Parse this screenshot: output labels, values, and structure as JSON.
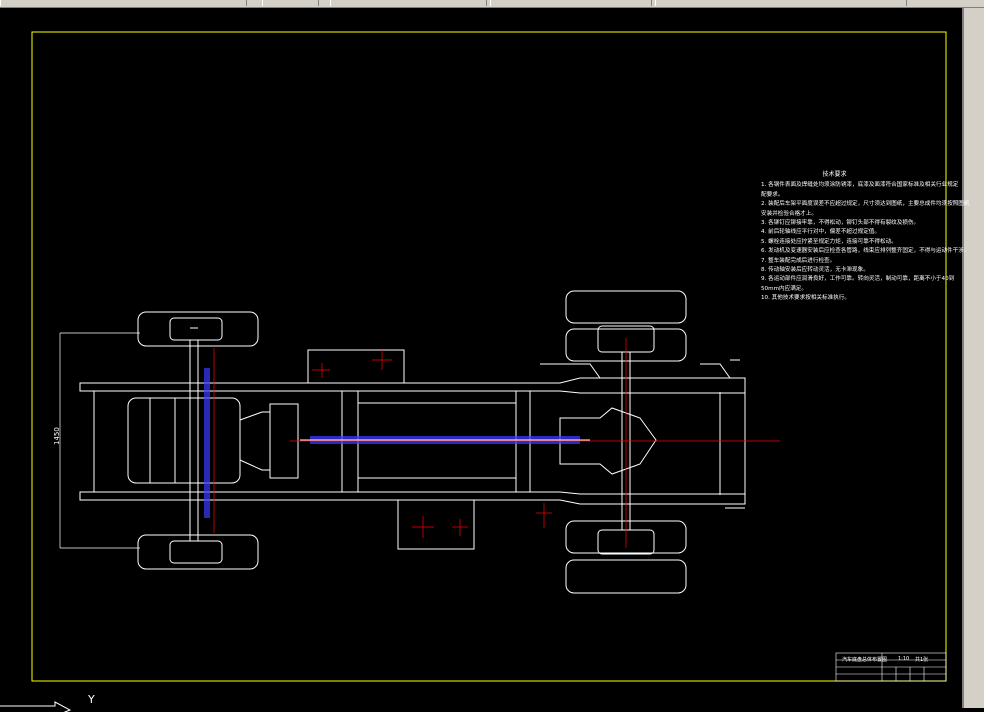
{
  "drawing": {
    "notes_title": "技术要求",
    "notes": [
      "1. 各钢件表面及焊缝处均须涂防锈漆，底漆及面漆符合国家标准及相关行业规定",
      "   配要求。",
      "2. 装配后车架平面度误差不应超过规定，尺寸须达到图纸，主要总成件均须按照图纸",
      "   安装并检验合格才上。",
      "3. 各铆钉应铆接牢靠，不得松动，铆钉头部不得有裂纹及损伤。",
      "4. 前后轮轴线应平行对中，偏差不超过规定值。",
      "5. 螺栓连接处应拧紧至规定力矩，连接可靠不得松动。",
      "6. 发动机及变速器安装后应检查各管路，线束应排列整齐固定，不得与运动件干涉。",
      "7. 整车装配完成后进行检查。",
      "8. 传动轴安装后应转动灵活，无卡滞现象。",
      "9. 各运动部件应润滑良好，工作可靠。转向灵活，制动可靠，距离不小于40到",
      "50mm内应满足。",
      "10. 其他技术要求按相关标准执行。"
    ],
    "dimension_text": "1450",
    "title_block": {
      "name": "汽车底盘总体布置图",
      "scale": "1:10",
      "sheet": "共1张"
    },
    "ucs_label": "Y"
  },
  "colors": {
    "background": "#000000",
    "lines": "#ffffff",
    "frame": "#ffff00",
    "center_lines": "#ff0000",
    "drive_shaft": "#3a3aff"
  }
}
